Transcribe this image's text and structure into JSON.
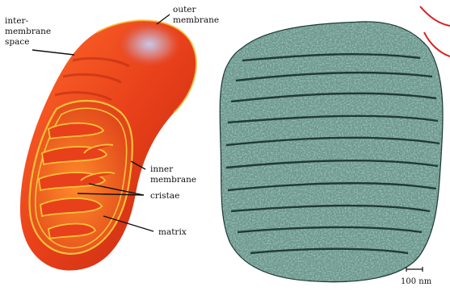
{
  "labels": {
    "intermembrane_space": [
      "inter-",
      "membrane",
      "space"
    ],
    "outer_membrane": [
      "outer",
      "membrane"
    ],
    "inner_membrane": [
      "inner",
      "membrane"
    ],
    "cristae": "cristae",
    "matrix": "matrix"
  },
  "scale_bar": {
    "label": "100 nm"
  },
  "colors": {
    "outer_red": "#e8401a",
    "inner_orange": "#f26a1c",
    "membrane_line": "#f7c23a",
    "micrograph_base": "#5e8a80",
    "micrograph_dark": "#1f3a36",
    "accent_red": "#d81e1e"
  }
}
